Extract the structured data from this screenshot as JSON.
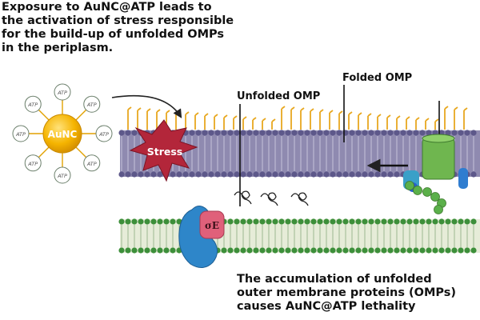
{
  "top_caption": {
    "lines": [
      "Exposure to AuNC@ATP leads to",
      "the activation of stress responsible",
      "for the build-up of unfolded OMPs",
      "in the periplasm."
    ]
  },
  "bottom_caption": {
    "lines": [
      "The accumulation of unfolded",
      "outer membrane proteins (OMPs)",
      "causes AuNC@ATP lethality"
    ]
  },
  "nanocluster": {
    "core_label": "AuNC",
    "ligand_label": "ATP",
    "core_color": "#f5b400",
    "ligand_count": 8
  },
  "stress": {
    "label": "Stress",
    "color": "#b3263a"
  },
  "labels": {
    "unfolded_omp": "Unfolded OMP",
    "folded_omp": "Folded OMP",
    "sigma_factor": "σE"
  },
  "colors": {
    "outer_membrane_core": "#8a86a8",
    "lps": "#e8a820",
    "bam_complex": "#5fa84a",
    "chaperone_blue": "#3a8fd8",
    "sigma_pink": "#e0607a"
  }
}
